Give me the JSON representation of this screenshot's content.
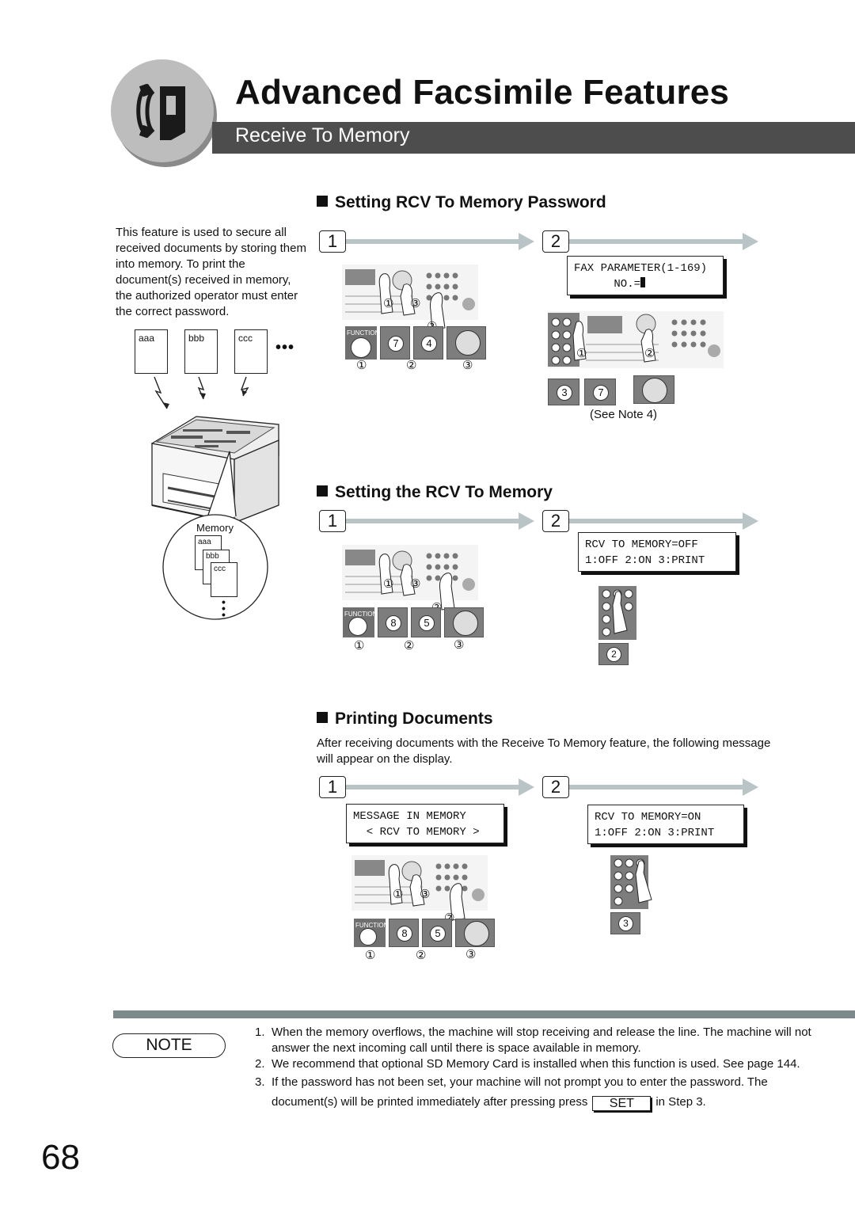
{
  "header": {
    "title": "Advanced Facsimile Features",
    "subtitle": "Receive To Memory",
    "icon": "fax-document-icon"
  },
  "intro": {
    "text": "This feature is used to secure all received documents by storing them into memory. To print the document(s) received in memory, the authorized operator must enter the correct password.",
    "docs": [
      "aaa",
      "bbb",
      "ccc"
    ],
    "memory_label": "Memory"
  },
  "section1": {
    "heading": "Setting RCV To Memory Password",
    "step1": "1",
    "step2": "2",
    "lcd_line1": "FAX PARAMETER(1-169)",
    "lcd_line2": "      NO.=",
    "func_label": "FUNCTION",
    "keys": [
      "7",
      "4"
    ],
    "keys2": [
      "3",
      "7"
    ],
    "circled": [
      "①",
      "②",
      "③"
    ],
    "see_note": "(See Note 4)"
  },
  "section2": {
    "heading": "Setting the RCV To Memory",
    "step1": "1",
    "step2": "2",
    "lcd_line1": "RCV TO MEMORY=OFF",
    "lcd_line2": "1:OFF 2:ON 3:PRINT",
    "keys": [
      "8",
      "5"
    ],
    "key_after": "2"
  },
  "section3": {
    "heading": "Printing Documents",
    "text": "After receiving documents with the Receive To Memory feature, the following message will appear on the display.",
    "step1": "1",
    "step2": "2",
    "lcd1_line1": "MESSAGE IN MEMORY",
    "lcd1_line2": "  < RCV TO MEMORY >",
    "lcd2_line1": "RCV TO MEMORY=ON",
    "lcd2_line2": "1:OFF 2:ON 3:PRINT",
    "keys": [
      "8",
      "5"
    ],
    "key_after": "3"
  },
  "note": {
    "label": "NOTE",
    "items": [
      {
        "n": "1.",
        "text": "When the memory overflows, the machine will stop receiving and release the line. The machine will not answer the next incoming call until there is space available in memory."
      },
      {
        "n": "2.",
        "text": "We recommend that optional SD Memory Card is installed when this function is used. See page 144."
      },
      {
        "n": "3.",
        "text_a": "If the password has not been set, your machine will not prompt you to enter the password. The document(s) will be printed immediately after pressing press",
        "set_key": "SET",
        "text_b": "in Step 3."
      }
    ]
  },
  "page_number": "68"
}
